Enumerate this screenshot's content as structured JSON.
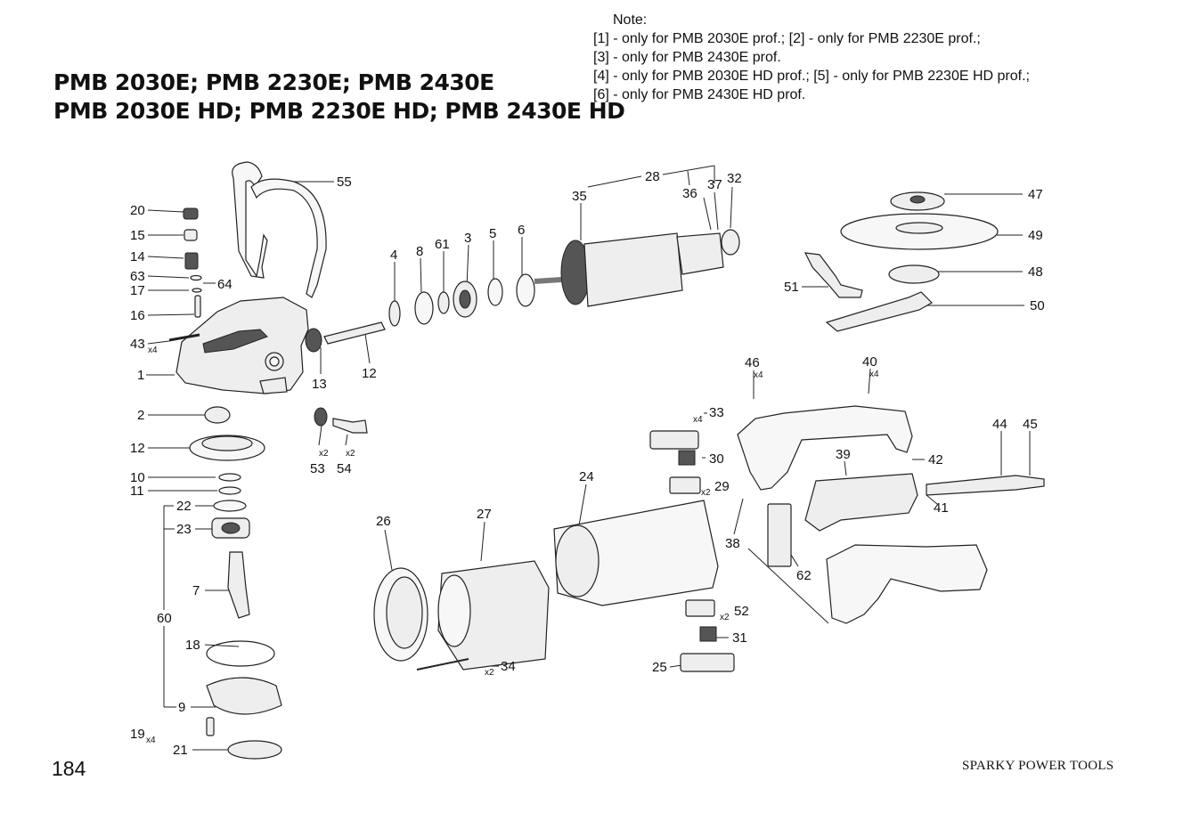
{
  "title": {
    "line1": "PMB 2030E; PMB 2230E; PMB 2430E",
    "line2": "PMB 2030E HD; PMB 2230E HD; PMB 2430E HD"
  },
  "note": {
    "heading": "Note:",
    "lines": [
      "[1] - only for PMB 2030E prof.; [2] - only for PMB 2230E prof.;",
      "[3] - only for PMB 2430E prof.",
      "[4] - only for PMB 2030E HD prof.; [5] - only for PMB 2230E HD prof.;",
      "[6] - only for PMB 2430E HD prof."
    ]
  },
  "page_number": "184",
  "brand": "SPARKY POWER TOOLS",
  "part_labels": {
    "p1": "1",
    "p2": "2",
    "p3": "3",
    "p4": "4",
    "p5": "5",
    "p6": "6",
    "p7": "7",
    "p8": "8",
    "p9": "9",
    "p10": "10",
    "p11": "11",
    "p12a": "12",
    "p12b": "12",
    "p13": "13",
    "p14": "14",
    "p15": "15",
    "p16": "16",
    "p17": "17",
    "p18": "18",
    "p19": "19",
    "p20": "20",
    "p21": "21",
    "p22": "22",
    "p23": "23",
    "p24": "24",
    "p25": "25",
    "p26": "26",
    "p27": "27",
    "p28": "28",
    "p29": "29",
    "p30": "30",
    "p31": "31",
    "p32": "32",
    "p33": "33",
    "p34": "34",
    "p35": "35",
    "p36": "36",
    "p37": "37",
    "p38": "38",
    "p39": "39",
    "p40": "40",
    "p41": "41",
    "p42": "42",
    "p43": "43",
    "p44": "44",
    "p45": "45",
    "p46": "46",
    "p47": "47",
    "p48": "48",
    "p49": "49",
    "p50": "50",
    "p51": "51",
    "p52": "52",
    "p53": "53",
    "p54": "54",
    "p55": "55",
    "p60": "60",
    "p61": "61",
    "p62": "62",
    "p63": "63",
    "p64": "64"
  },
  "quantities": {
    "q43": "x4",
    "q19": "x4",
    "q53": "x2",
    "q54": "x2",
    "q46": "x4",
    "q40": "x4",
    "q33": "x4",
    "q29": "x2",
    "q52": "x2",
    "q34": "x2"
  }
}
